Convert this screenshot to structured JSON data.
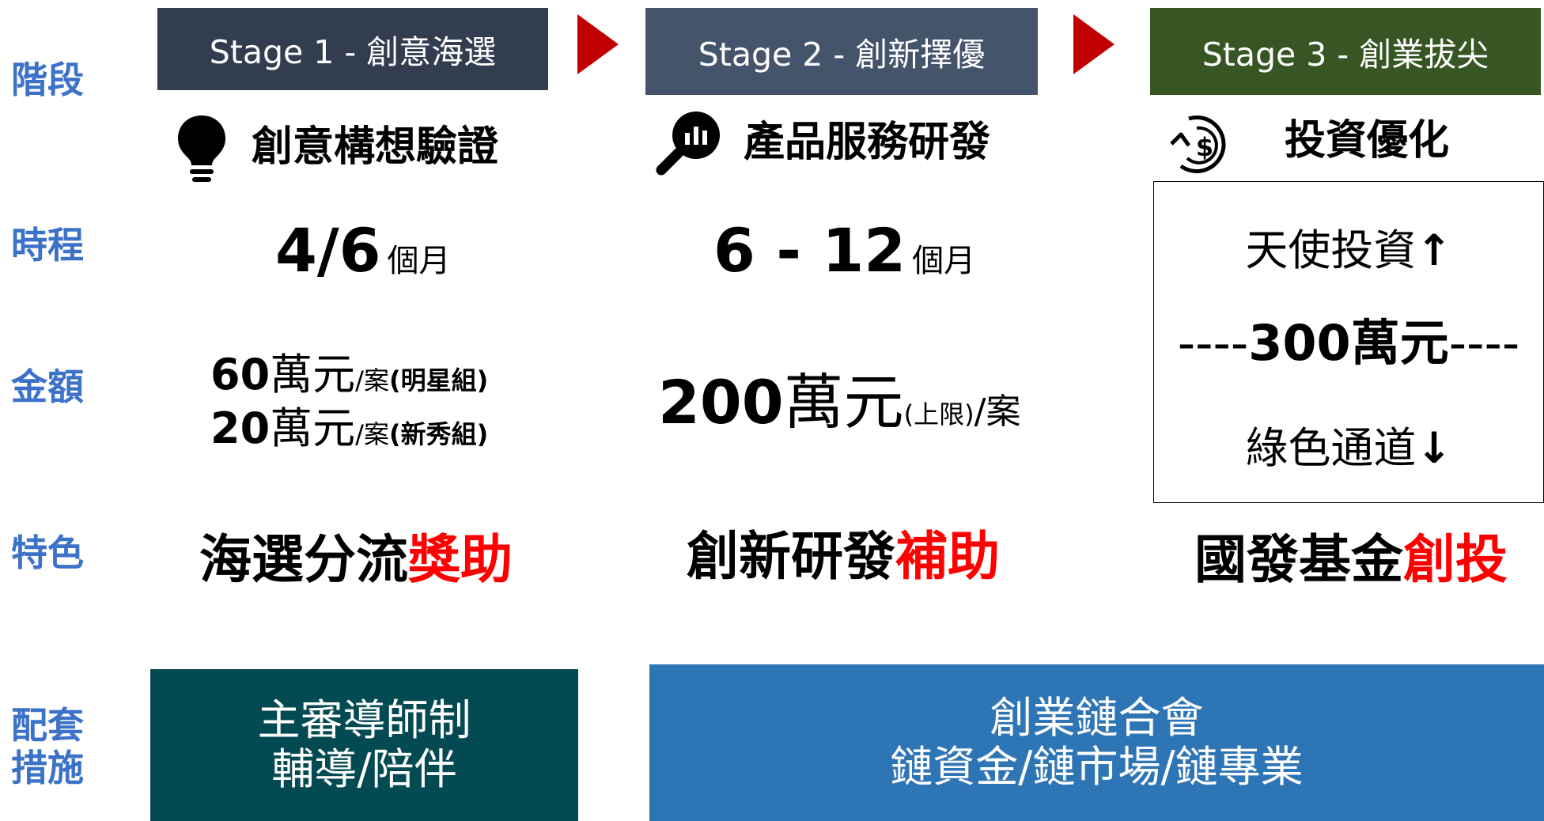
{
  "row_labels": {
    "stage": "階段",
    "duration": "時程",
    "amount": "金額",
    "feature": "特色",
    "support_line1": "配套",
    "support_line2": "措施"
  },
  "stages": [
    {
      "label": "Stage 1 - 創意海選",
      "color": "#323e4f"
    },
    {
      "label": "Stage 2 - 創新擇優",
      "color": "#44546a"
    },
    {
      "label": "Stage 3 - 創業拔尖",
      "color": "#375623"
    }
  ],
  "arrow_color": "#c00000",
  "headings": [
    {
      "text": "創意構想驗證",
      "icon": "lightbulb-icon"
    },
    {
      "text": "產品服務研發",
      "icon": "magnifier-chart-icon"
    },
    {
      "text": "投資優化",
      "icon": "dollar-cycle-icon"
    }
  ],
  "durations": [
    {
      "value": "4/6",
      "unit": "個月"
    },
    {
      "value": "6 - 12",
      "unit": "個月"
    }
  ],
  "amounts": {
    "stage1": [
      {
        "value": "60",
        "unit": "萬元",
        "per": "/案",
        "group": "(明星組)"
      },
      {
        "value": "20",
        "unit": "萬元",
        "per": "/案",
        "group": "(新秀組)"
      }
    ],
    "stage2": {
      "value": "200",
      "unit": "萬元",
      "limit": "(上限)",
      "per": "/案"
    }
  },
  "investment": {
    "top": "天使投資",
    "top_arrow": "↑",
    "middle_dashes_left": "----",
    "middle": "300萬元",
    "middle_dashes_right": "----",
    "bottom": "綠色通道",
    "bottom_arrow": "↓"
  },
  "features": [
    {
      "black": "海選分流",
      "red": "獎助"
    },
    {
      "black": "創新研發",
      "red": "補助"
    },
    {
      "black": "國發基金",
      "red": "創投"
    }
  ],
  "accent_red": "#ff0000",
  "support": [
    {
      "line1": "主審導師制",
      "line2": "輔導/陪伴",
      "color": "#034a52"
    },
    {
      "line1": "創業鏈合會",
      "line2": "鏈資金/鏈市場/鏈專業",
      "color": "#2e75b6"
    }
  ]
}
